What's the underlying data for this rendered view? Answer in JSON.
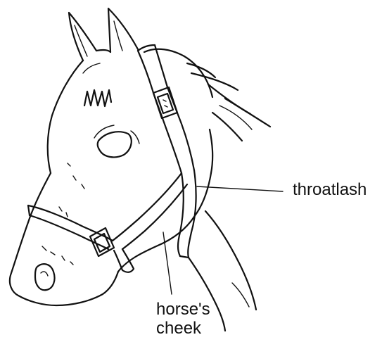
{
  "diagram": {
    "labels": {
      "throatlash": "throatlash",
      "cheek_line1": "horse's",
      "cheek_line2": "cheek"
    },
    "ink_color": "#111111",
    "background_color": "#ffffff"
  }
}
